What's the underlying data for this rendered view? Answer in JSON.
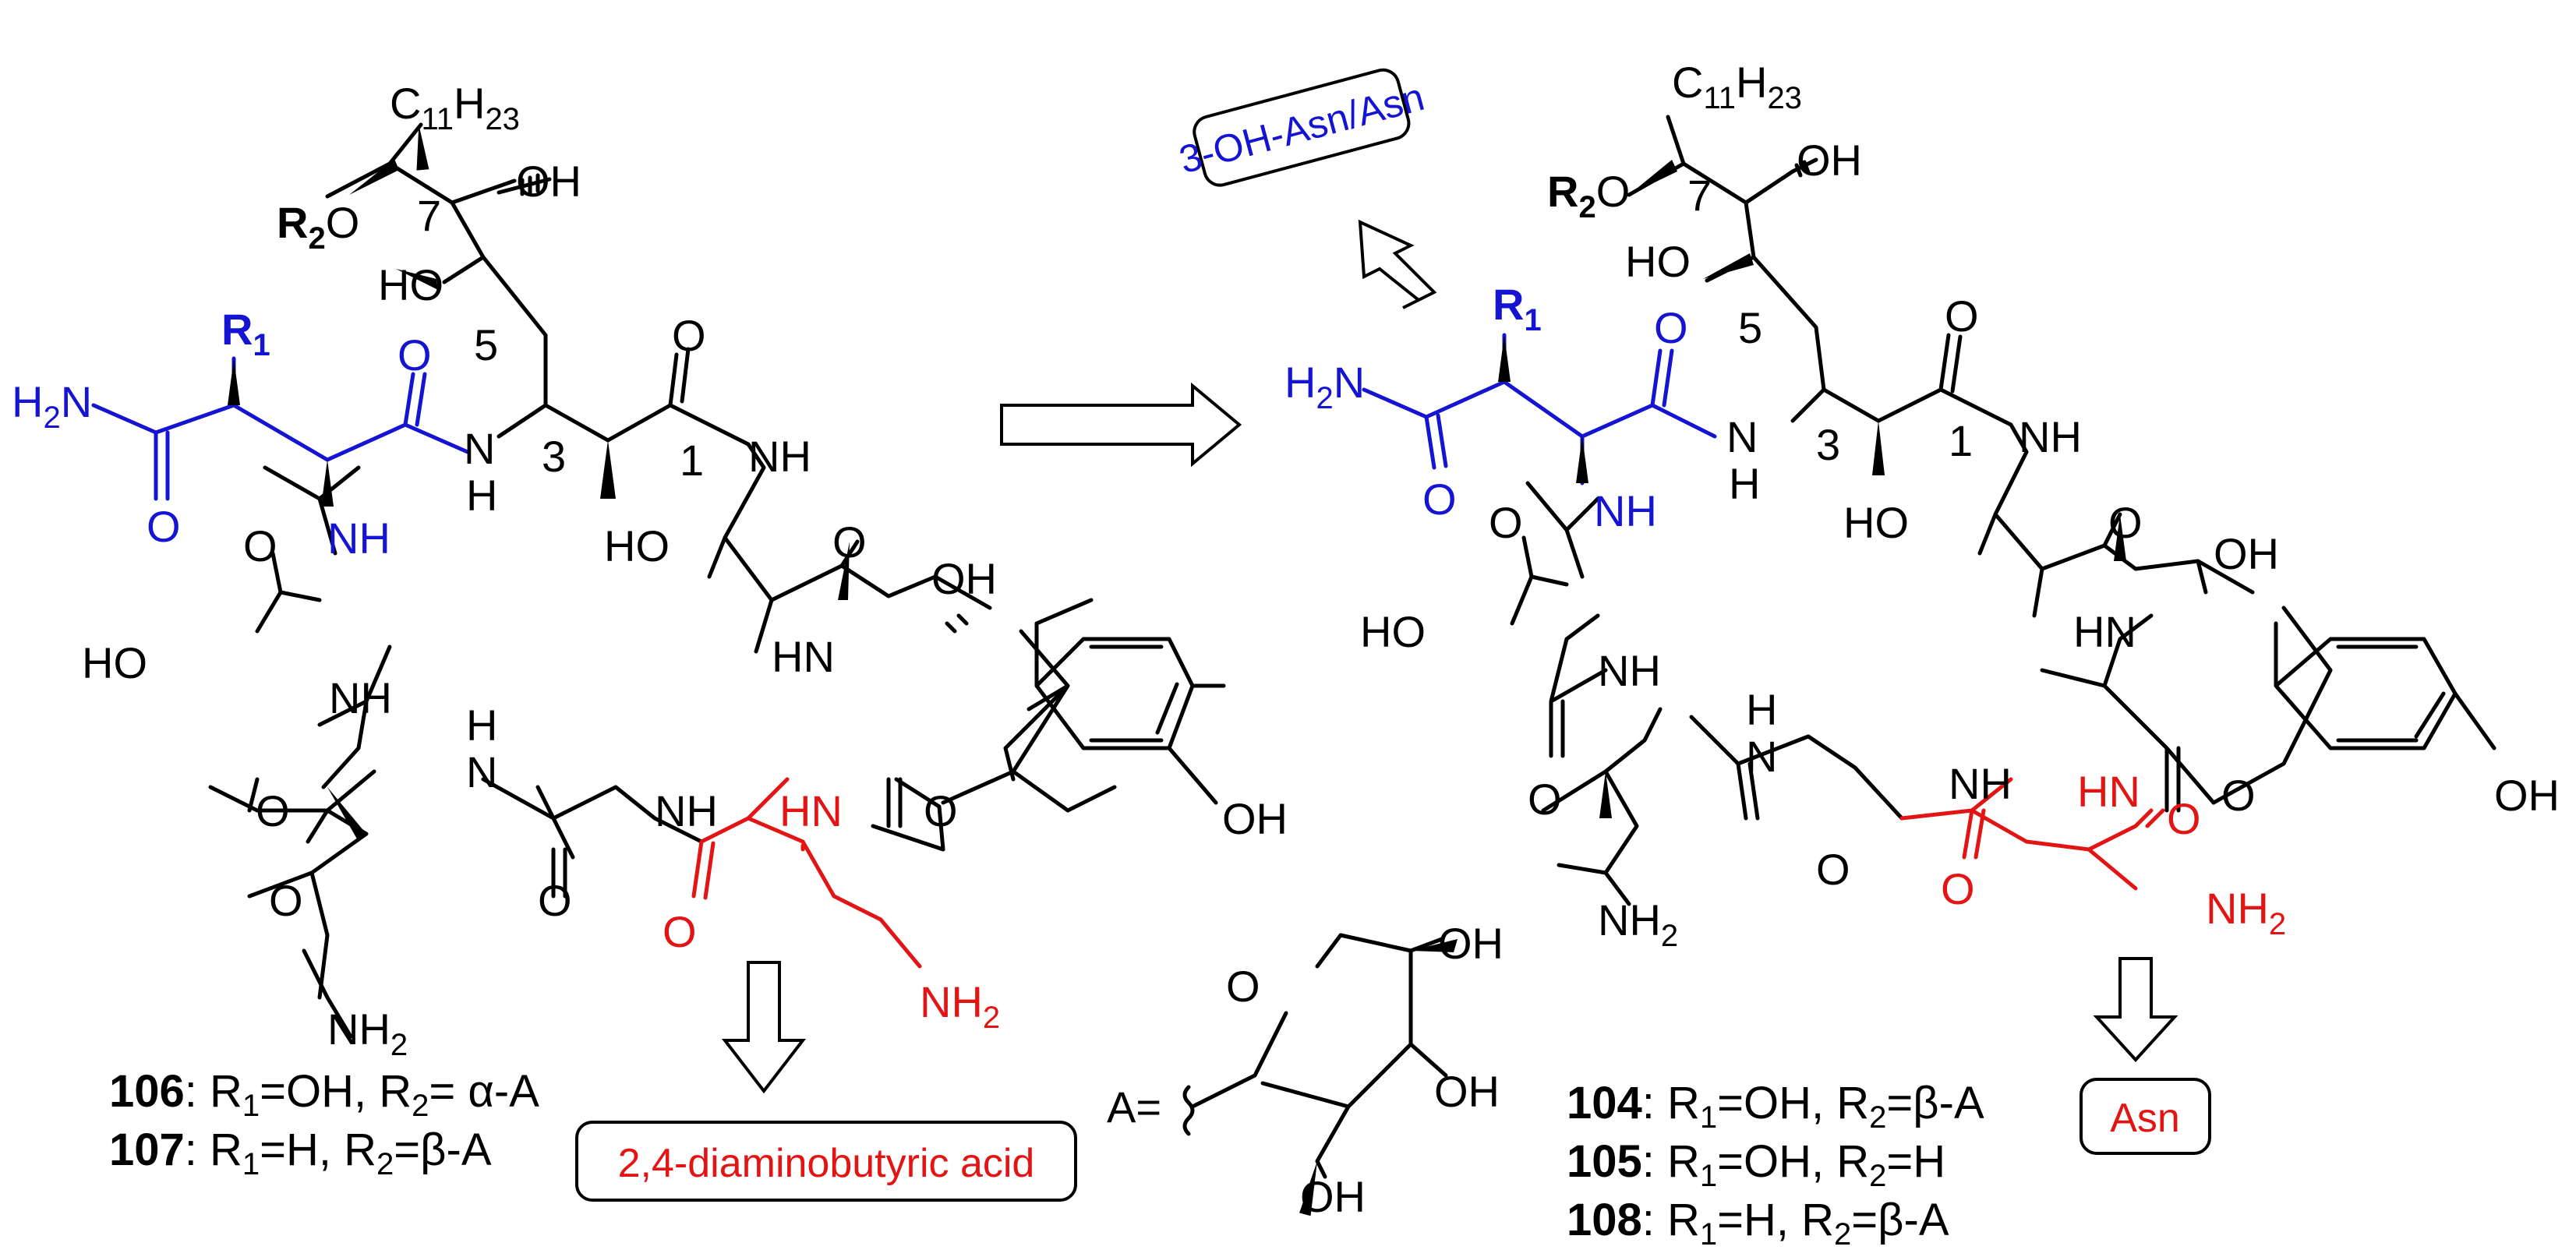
{
  "left_structure": {
    "alkyl": "C11H23",
    "alkyl_main": "C",
    "alkyl_sub1": "11",
    "alkyl_h": "H",
    "alkyl_sub2": "23",
    "r2o_r": "R",
    "r2o_sub": "2",
    "r2o_o": "O",
    "num7": "7",
    "oh_top": "OH",
    "ho_c5": "HO",
    "num5": "5",
    "r1_r": "R",
    "r1_sub": "1",
    "h2n_h": "H",
    "h2n_sub": "2",
    "h2n_n": "N",
    "o_blue_top": "O",
    "o_blue_bottom": "O",
    "nh_blue": "NH",
    "n_amide": "N",
    "h_amide": "H",
    "num3": "3",
    "o_c1": "O",
    "num1": "1",
    "nh_c1": "NH",
    "ho_ser1": "HO",
    "o_ser1": "O",
    "o_ser2": "O",
    "ho_ser2": "HO",
    "nh_ser2": "NH",
    "oh_tyr": "OH",
    "hn_tyr": "HN",
    "o_mid": "O",
    "h_gly": "H",
    "n_gly": "N",
    "o_asn": "O",
    "o_gly": "O",
    "nh_gly2": "NH",
    "hn_red": "HN",
    "o_tyr_co": "O",
    "oh_phenol": "OH",
    "o_red": "O",
    "nh2_red_n": "NH",
    "nh2_red_sub": "2",
    "nh2_asn_n": "NH",
    "nh2_asn_sub": "2"
  },
  "right_structure": {
    "alkyl_main": "C",
    "alkyl_sub1": "11",
    "alkyl_h": "H",
    "alkyl_sub2": "23",
    "r2o_r": "R",
    "r2o_sub": "2",
    "r2o_o": "O",
    "num7": "7",
    "oh_top": "OH",
    "ho_c5": "HO",
    "num5": "5",
    "r1_r": "R",
    "r1_sub": "1",
    "h2n_h": "H",
    "h2n_sub": "2",
    "h2n_n": "N",
    "o_blue_top": "O",
    "o_blue_bottom": "O",
    "nh_blue": "NH",
    "n_amide": "N",
    "h_amide": "H",
    "num3": "3",
    "o_c1": "O",
    "num1": "1",
    "nh_c1": "NH",
    "ho_ser1": "HO",
    "o_ser1": "O",
    "o_ser2": "O",
    "ho_ser2": "HO",
    "nh_ser2": "NH",
    "oh_tyr": "OH",
    "hn_tyr": "HN",
    "h_gly": "H",
    "n_gly": "N",
    "o_gly": "O",
    "o_asn": "O",
    "nh_gly2": "NH",
    "hn_red": "HN",
    "o_tyr_co": "O",
    "oh_phenol": "OH",
    "o_red": "O",
    "o_red2": "O",
    "nh2_red_n": "NH",
    "nh2_red_sub": "2",
    "nh2_asn_n": "NH",
    "nh2_asn_sub": "2"
  },
  "sugar": {
    "a_label": "A=",
    "o_ring": "O",
    "oh1": "OH",
    "oh2": "OH",
    "oh3": "OH"
  },
  "labels": {
    "box_top": "3-OH-Asn/Asn",
    "box_left": "2,4-diaminobutyric acid",
    "box_right": "Asn"
  },
  "compounds": [
    {
      "id": "106",
      "r1": "R",
      "r1_sub": "1",
      "r1_val": "=OH, ",
      "r2": "R",
      "r2_sub": "2",
      "r2_val": "= α-A"
    },
    {
      "id": "107",
      "r1": "R",
      "r1_sub": "1",
      "r1_val": "=H, ",
      "r2": "R",
      "r2_sub": "2",
      "r2_val": "=β-A"
    },
    {
      "id": "104",
      "r1": "R",
      "r1_sub": "1",
      "r1_val": "=OH, ",
      "r2": "R",
      "r2_sub": "2",
      "r2_val": "=β-A"
    },
    {
      "id": "105",
      "r1": "R",
      "r1_sub": "1",
      "r1_val": "=OH, ",
      "r2": "R",
      "r2_sub": "2",
      "r2_val": "=H"
    },
    {
      "id": "108",
      "r1": "R",
      "r1_sub": "1",
      "r1_val": "=H, ",
      "r2": "R",
      "r2_sub": "2",
      "r2_val": "=β-A"
    }
  ],
  "compound_sep": ": ",
  "colors": {
    "black": "#000000",
    "blue": "#1414d2",
    "red": "#e31414"
  }
}
